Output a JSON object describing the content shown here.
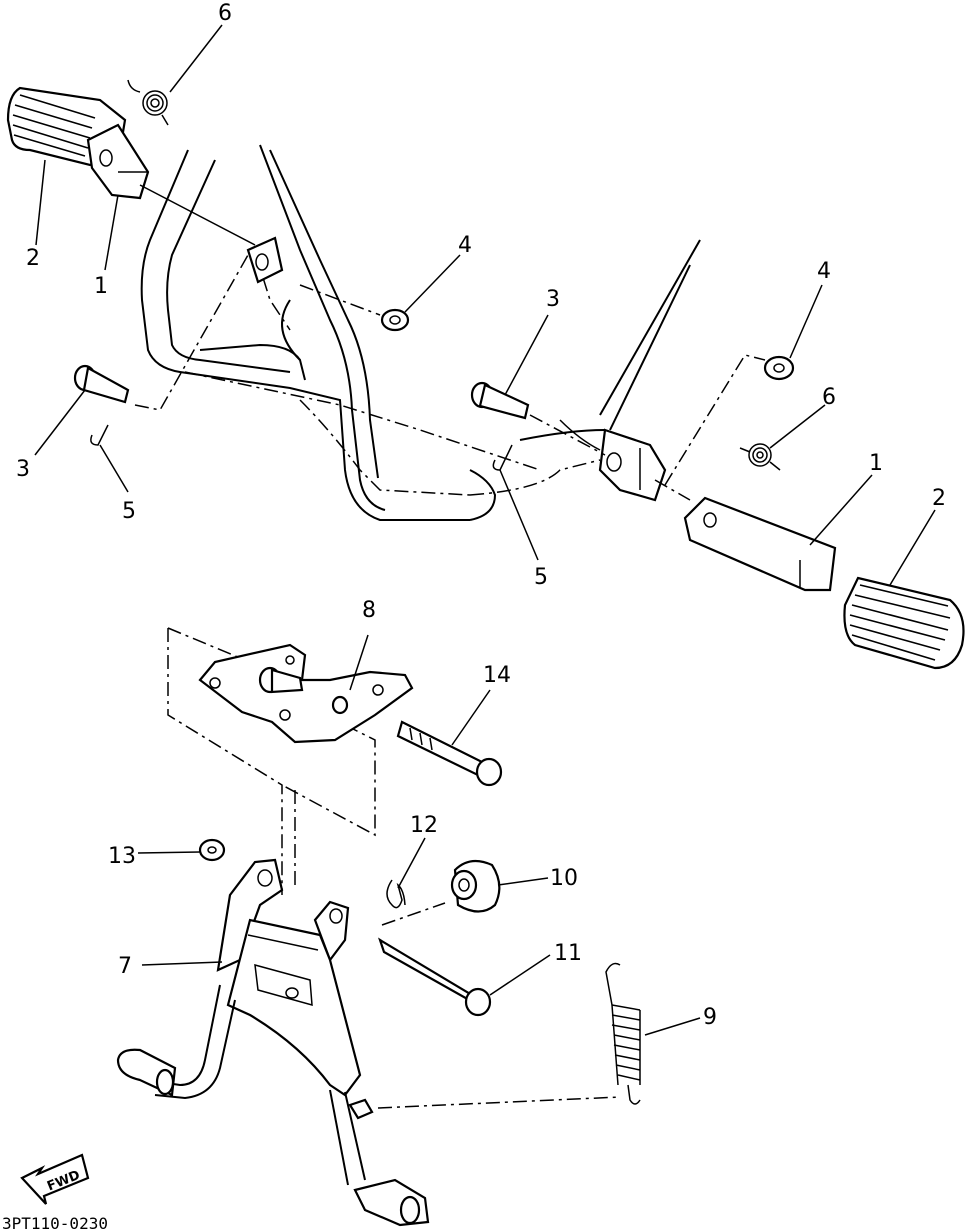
{
  "callouts": {
    "c1_left": "1",
    "c1_right": "1",
    "c2_left": "2",
    "c2_right": "2",
    "c3_left": "3",
    "c3_right": "3",
    "c4_left": "4",
    "c4_right": "4",
    "c5_left": "5",
    "c5_right": "5",
    "c6_left": "6",
    "c6_right": "6",
    "c7": "7",
    "c8": "8",
    "c9": "9",
    "c10": "10",
    "c11": "11",
    "c12": "12",
    "c13": "13",
    "c14": "14"
  },
  "figure_code": "3PT110-0230",
  "fwd_label": "FWD"
}
